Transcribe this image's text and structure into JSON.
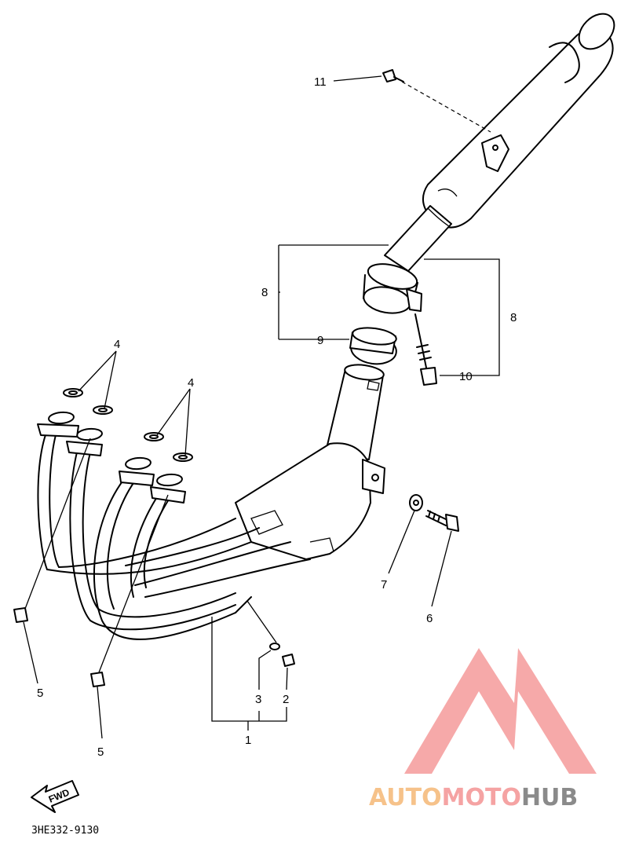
{
  "diagram": {
    "code": "3HE332-9130",
    "fwd_label": "FWD",
    "callouts": {
      "c1": "1",
      "c2": "2",
      "c3": "3",
      "c4a": "4",
      "c4b": "4",
      "c5a": "5",
      "c5b": "5",
      "c6": "6",
      "c7": "7",
      "c8a": "8",
      "c8b": "8",
      "c9": "9",
      "c10": "10",
      "c11": "11"
    }
  },
  "watermark": {
    "part1": "AUTO",
    "part2": "MOTO",
    "part3": "HUB",
    "colors": {
      "part1": "#f6c28a",
      "part2": "#f5a3a3",
      "part3": "#8a8a8a",
      "logo": "#f49a9a"
    }
  }
}
